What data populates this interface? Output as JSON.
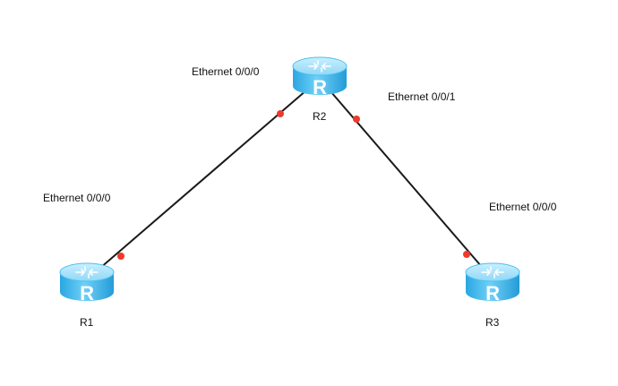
{
  "routers": [
    {
      "id": "R1",
      "label": "R1"
    },
    {
      "id": "R2",
      "label": "R2"
    },
    {
      "id": "R3",
      "label": "R3"
    }
  ],
  "router_glyph": "R",
  "router_icon": "router-icon",
  "links": [
    {
      "from": "R1",
      "to": "R2",
      "from_port": "Ethernet 0/0/0",
      "to_port": "Ethernet 0/0/0"
    },
    {
      "from": "R2",
      "to": "R3",
      "from_port": "Ethernet 0/0/1",
      "to_port": "Ethernet 0/0/0"
    }
  ],
  "colors": {
    "router_body": "#3cb7ec",
    "router_top": "#a7e2f9",
    "link": "#1a1a1a",
    "port_dot": "#ee3a2c"
  }
}
